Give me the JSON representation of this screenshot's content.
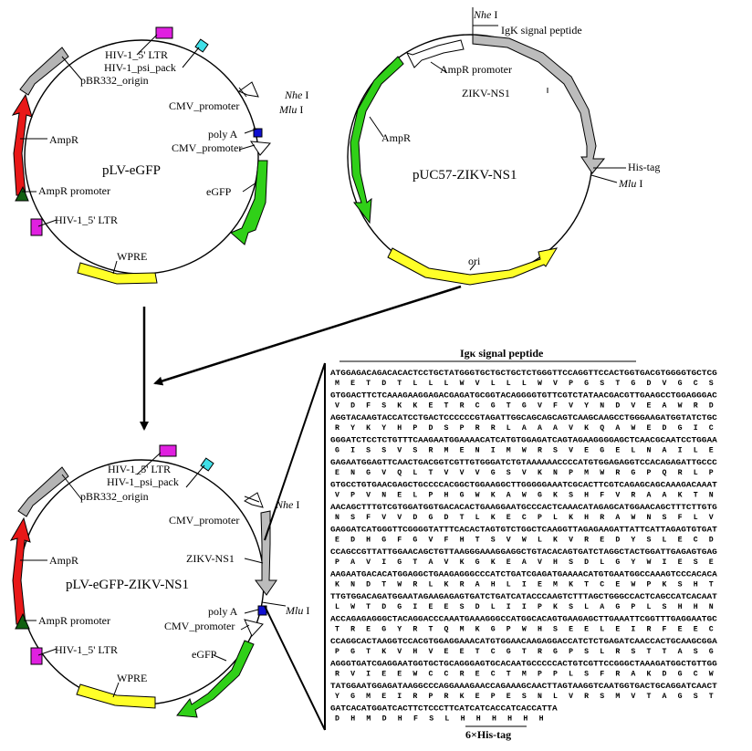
{
  "plasmid_lv": {
    "name": "pLV-eGFP",
    "labels": {
      "ltr_top": "HIV-1_5' LTR",
      "psi": "HIV-1_psi_pack",
      "pbr": "pBR332_origin",
      "cmv1": "CMV_promoter",
      "nhe": "Nhe",
      "nhe_suffix": " I",
      "mlu": "Mlu",
      "mlu_suffix": " I",
      "polya": "poly A",
      "cmv2": "CMV_promoter",
      "ampr": "AmpR",
      "egfp": "eGFP",
      "ampr_prom": "AmpR promoter",
      "ltr_bottom": "HIV-1_5' LTR",
      "wpre": "WPRE"
    }
  },
  "plasmid_puc": {
    "name": "pUC57-ZIKV-NS1",
    "labels": {
      "nhe": "Nhe",
      "nhe_suffix": " I",
      "igk": "IgK signal peptide",
      "ampr_prom": "AmpR promoter",
      "zikv": "ZIKV-NS1",
      "ampr": "AmpR",
      "his": "His-tag",
      "mlu": "Mlu",
      "mlu_suffix": " I",
      "ori": "ori"
    }
  },
  "plasmid_final": {
    "name": "pLV-eGFP-ZIKV-NS1",
    "labels": {
      "ltr_top": "HIV-1_5' LTR",
      "psi": "HIV-1_psi_pack",
      "pbr": "pBR332_origin",
      "cmv1": "CMV_promoter",
      "nhe": "Nhe",
      "nhe_suffix": " I",
      "zikv": "ZIKV-NS1",
      "ampr": "AmpR",
      "mlu": "Mlu",
      "mlu_suffix": " I",
      "polya": "poly A",
      "cmv2": "CMV_promoter",
      "ampr_prom": "AmpR promoter",
      "egfp": "eGFP",
      "ltr_bottom": "HIV-1_5' LTR",
      "wpre": "WPRE"
    }
  },
  "sequence_panel": {
    "header": "Igκ signal peptide",
    "footer": "6×His-tag",
    "rows": [
      {
        "dna": "ATGGAGACAGACACACTCCTGCTATGGGTGCTGCTGCTCTGGGTTCCAGGTTCCACTGGTGACGTGGGGTGCTCG",
        "aa": "M E T D T L L L W V L L L W V P G S T G D V G C S"
      },
      {
        "dna": "GTGGACTTCTCAAAGAAGGAGACGAGATGCGGTACAGGGGTGTTCGTCTATAACGACGTTGAAGCCTGGAGGGAC",
        "aa": "V D F S K K E T R C G T G V F V Y N D V E A W R D"
      },
      {
        "dna": "AGGTACAAGTACCATCCTGACTCCCCCCGTAGATTGGCAGCAGCAGTCAAGCAAGCCTGGGAAGATGGTATCTGC",
        "aa": "R Y K Y H P D S P R R L A A A V K Q A W E D G I C"
      },
      {
        "dna": "GGGATCTCCTCTGTTTCAAGAATGGAAAACATCATGTGGAGATCAGTAGAAGGGGAGCTCAACGCAATCCTGGAA",
        "aa": "G I S S V S R M E N I M W R S V E G E L N A I L E"
      },
      {
        "dna": "GAGAATGGAGTTCAACTGACGGTCGTTGTGGGATCTGTAAAAAACCCCATGTGGAGAGGTCCACAGAGATTGCCC",
        "aa": "E N G V Q L T V V V G S V K N P M W R G P Q R L P"
      },
      {
        "dna": "GTGCCTGTGAACGAGCTGCCCCACGGCTGGAAGGCTTGGGGGAAATCGCACTTCGTCAGAGCAGCAAAGACAAAT",
        "aa": "V P V N E L P H G W K A W G K S H F V R A A K T N"
      },
      {
        "dna": "AACAGCTTTGTCGTGGATGGTGACACACTGAAGGAATGCCCACTCAAACATAGAGCATGGAACAGCTTTCTTGTG",
        "aa": "N S F V V D G D T L K E C P L K H R A W N S F L V"
      },
      {
        "dna": "GAGGATCATGGGTTCGGGGTATTTCACACTAGTGTCTGGCTCAAGGTTAGAGAAGATTATTCATTAGAGTGTGAT",
        "aa": "E D H G F G V F H T S V W L K V R E D Y S L E C D"
      },
      {
        "dna": "CCAGCCGTTATTGGAACAGCTGTTAAGGGAAAGGAGGCTGTACACAGTGATCTAGGCTACTGGATTGAGAGTGAG",
        "aa": "P A V I G T A V K G K E A V H S D L G Y W I E S E"
      },
      {
        "dna": "AAGAATGACACATGGAGGCTGAAGAGGGCCCATCTGATCGAGATGAAAACATGTGAATGGCCAAAGTCCCACACA",
        "aa": "K N D T W R L K R A H L I E M K T C E W P K S H T"
      },
      {
        "dna": "TTGTGGACAGATGGAATAGAAGAGAGTGATCTGATCATACCCAAGTCTTTAGCTGGGCCACTCAGCCATCACAAT",
        "aa": "L W T D G I E E S D L I I P K S L A G P L S H H N"
      },
      {
        "dna": "ACCAGAGAGGGCTACAGGACCCAAATGAAAGGGCCATGGCACAGTGAAGAGCTTGAAATTCGGTTTGAGGAATGC",
        "aa": "T R E G Y R T Q M K G P W H S E E L E I R F E E C"
      },
      {
        "dna": "CCAGGCACTAAGGTCCACGTGGAGGAAACATGTGGAACAAGAGGACCATCTCTGAGATCAACCACTGCAAGCGGA",
        "aa": "P G T K V H V E E T C G T R G P S L R S T T A S G"
      },
      {
        "dna": "AGGGTGATCGAGGAATGGTGCTGCAGGGAGTGCACAATGCCCCCACTGTCGTTCCGGGCTAAAGATGGCTGTTGG",
        "aa": "R V I E E W C C R E C T M P P L S F R A K D G C W"
      },
      {
        "dna": "TATGGAATGGAGATAAGGCCCAGGAAAGAACCAGAAAGCAACTTAGTAAGGTCAATGGTGACTGCAGGATCAACT",
        "aa": "Y G M E I R P R K E P E S N L V R S M V T A G S T"
      },
      {
        "dna": "GATCACATGGATCACTTCTCCCTTCATCATCACCATCACCATTA",
        "aa": "D H M D H F S L H H H H H H"
      }
    ]
  }
}
